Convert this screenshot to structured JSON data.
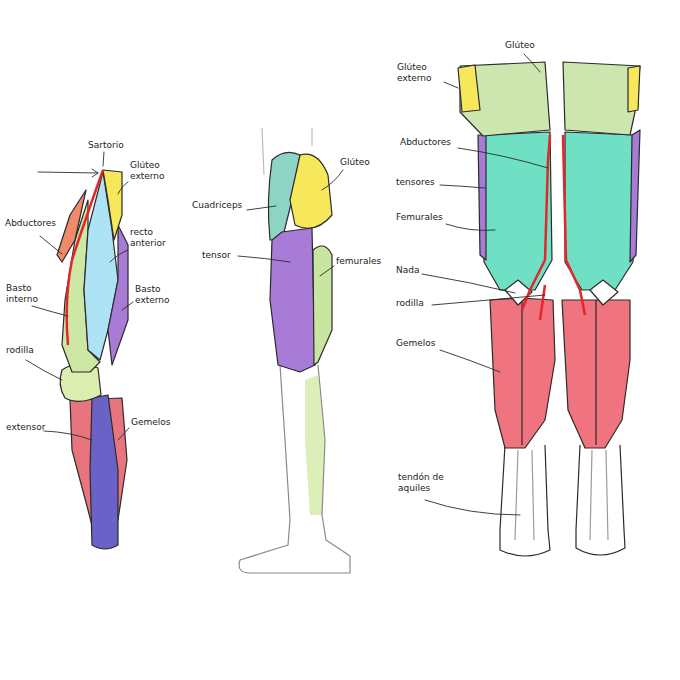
{
  "diagram": {
    "labels": [
      "Sartorio",
      "Glúteo externo",
      "Abductores",
      "recto anterior",
      "Basto interno",
      "Basto externo",
      "rodilla",
      "extensor",
      "Gemelos",
      "Cuadriceps",
      "tensor",
      "Glúteo",
      "femurales",
      "Glúteo",
      "Glúteo externo",
      "Abductores",
      "tensores",
      "Femurales",
      "Nada",
      "rodilla",
      "Gemelos",
      "tendón de aquiles"
    ]
  }
}
